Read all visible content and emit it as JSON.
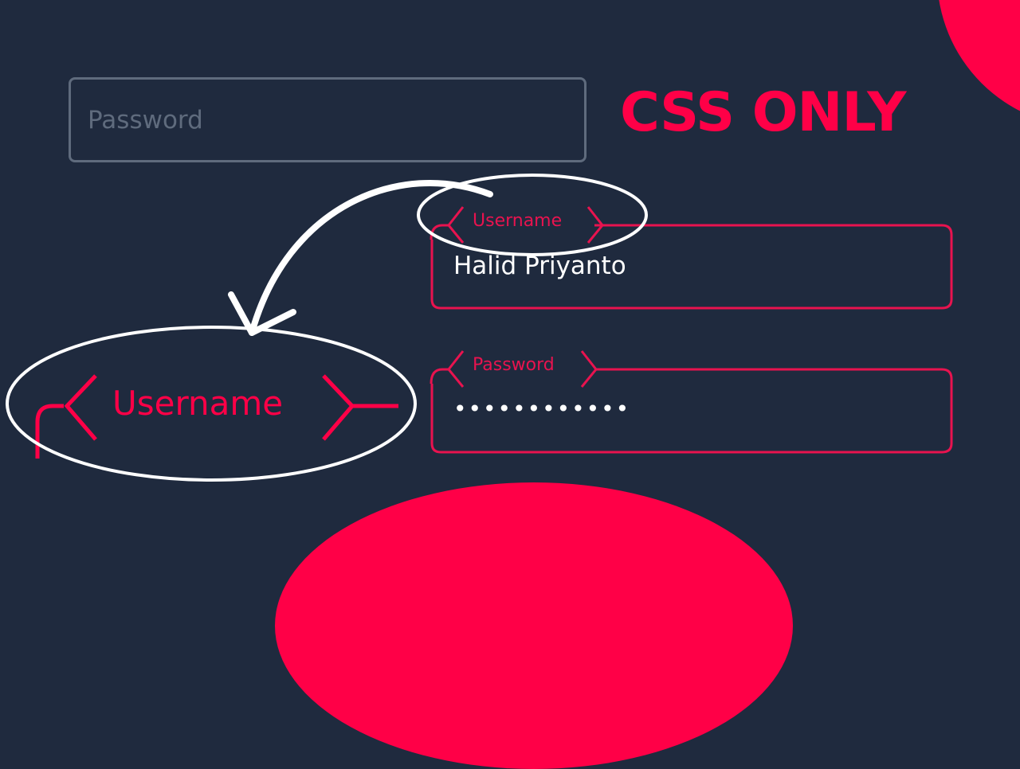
{
  "colors": {
    "background": "#1f2a3e",
    "accent": "#ff0047",
    "muted_border": "#5f6b7d",
    "text": "#ffffff"
  },
  "headline": "CSS ONLY",
  "plain_input": {
    "placeholder": "Password",
    "value": ""
  },
  "styled_form": {
    "username": {
      "label": "Username",
      "value": "Halid Priyanto"
    },
    "password": {
      "label": "Password",
      "value_masked": "••••••••••••"
    }
  },
  "callout": {
    "label": "Username",
    "icons": [
      "left-chevron-icon",
      "right-chevron-icon",
      "curved-arrow-icon",
      "highlight-ellipse-icon"
    ]
  }
}
